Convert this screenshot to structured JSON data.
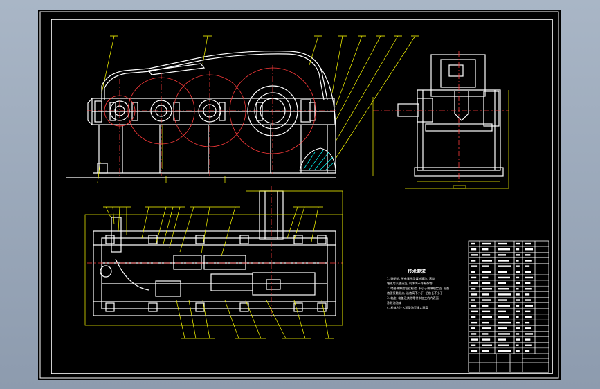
{
  "colors": {
    "background": "#000000",
    "outline": "#ffffff",
    "leader": "#ffff00",
    "gear_circle": "#ff3b3b",
    "centerline": "#ff3b3b",
    "hatch": "#00ffff",
    "window_gradient_top": "#a9b6c6",
    "window_gradient_bottom": "#8d9bae"
  },
  "notes": {
    "heading": "技术要求",
    "lines": [
      "1. 装配前, 所有零件用煤油清洗, 滚动",
      "   轴承用汽油清洗, 机体内不许有杂物",
      "2. 啮合侧隙用铅丝检验, 不小于侧隙规定值, 检查",
      "   齿面接触斑点, 沿齿高不小于, 沿齿长不小于",
      "3. 箱座, 箱盖及其他零件未加工的内表面,",
      "   涂耐油油漆",
      "4. 机体内注入润滑油至规定高度"
    ]
  },
  "views": {
    "front": "front-view",
    "side": "side-view",
    "top": "top-view"
  }
}
